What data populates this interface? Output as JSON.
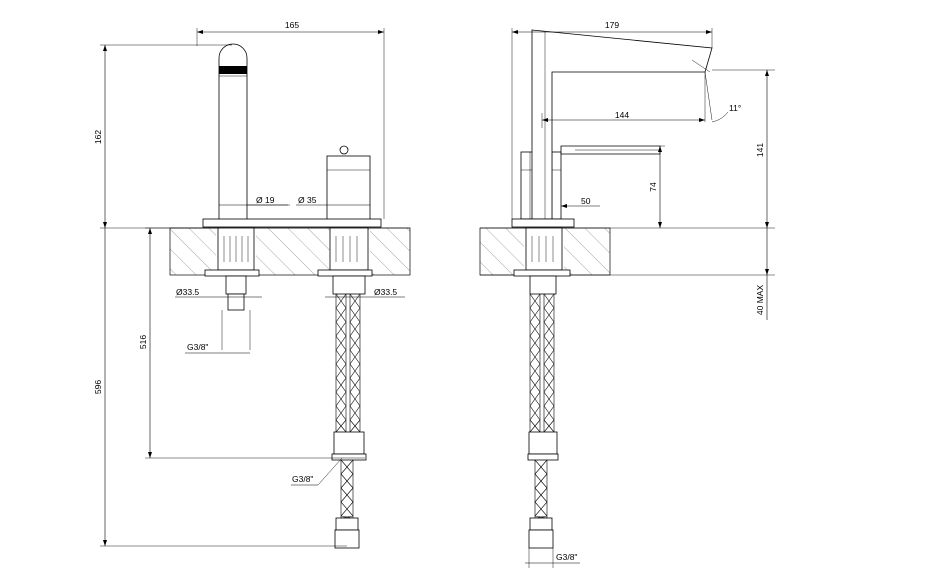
{
  "left_view": {
    "width": "165",
    "height_spout": "162",
    "spout_diameter": "Ø 19",
    "body_diameter": "Ø 35",
    "tail_diameter_left": "Ø33.5",
    "tail_diameter_right": "Ø33.5",
    "inlet_length": "516",
    "total_length": "596",
    "thread_inlet": "G3/8\"",
    "thread_hose": "G3/8\""
  },
  "right_view": {
    "depth": "179",
    "reach": "144",
    "angle": "11°",
    "total_height": "141",
    "spout_height": "74",
    "base_offset": "50",
    "max_deck": "40 MAX",
    "thread_hose": "G3/8\""
  }
}
